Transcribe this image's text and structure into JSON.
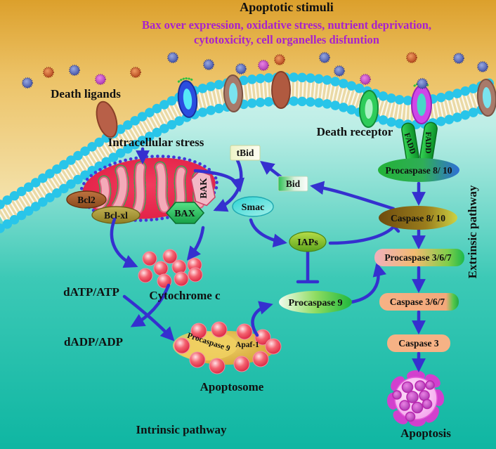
{
  "palette": {
    "arrow_blue": "#3530cf",
    "subtitle_magenta": "#a822cc",
    "title_black": "#111111",
    "extracellular_gold": "#e0a637",
    "cytosol_teal": "#0fb6a2",
    "membrane_bead_cyan": "#29c5e9",
    "mitochondria_red": "#e82448",
    "apoptosis_magenta": "#dc3ad0"
  },
  "header": {
    "title": "Apoptotic stimuli",
    "subtitle_line1": "Bax over expression, oxidative stress, nutrient deprivation,",
    "subtitle_line2": "cytotoxicity, cell organelles disfuntion"
  },
  "labels": {
    "death_ligands": "Death ligands",
    "death_receptor": "Death receptor",
    "intracellular_stress": "Intracellular stress",
    "datp_atp": "dATP/ATP",
    "dadp_adp": "dADP/ADP",
    "cytochrome_c": "Cytochrome c",
    "apoptosome": "Apoptosome",
    "intrinsic_pathway": "Intrinsic pathway",
    "extrinsic_pathway": "Extrinsic pathway",
    "apoptosis": "Apoptosis"
  },
  "nodes": {
    "bcl2": "Bcl2",
    "bcl_xl": "Bcl-xl",
    "bak": "BAK",
    "bax": "BAX",
    "tbid": "tBid",
    "bid": "Bid",
    "smac": "Smac",
    "iaps": "IAPs",
    "fadd_left": "FADD",
    "fadd_right": "FADD",
    "procaspase_8_10": "Procaspase 8/ 10",
    "caspase_8_10": "Caspase 8/ 10",
    "procaspase_3_6_7": "Procaspase 3/6/7",
    "caspase_3_6_7": "Caspase 3/6/7",
    "caspase_3": "Caspase 3",
    "procaspase_9": "Procaspase 9",
    "apoptosome_procaspase_9": "Procaspase 9",
    "apaf_1": "Apaf-1"
  }
}
